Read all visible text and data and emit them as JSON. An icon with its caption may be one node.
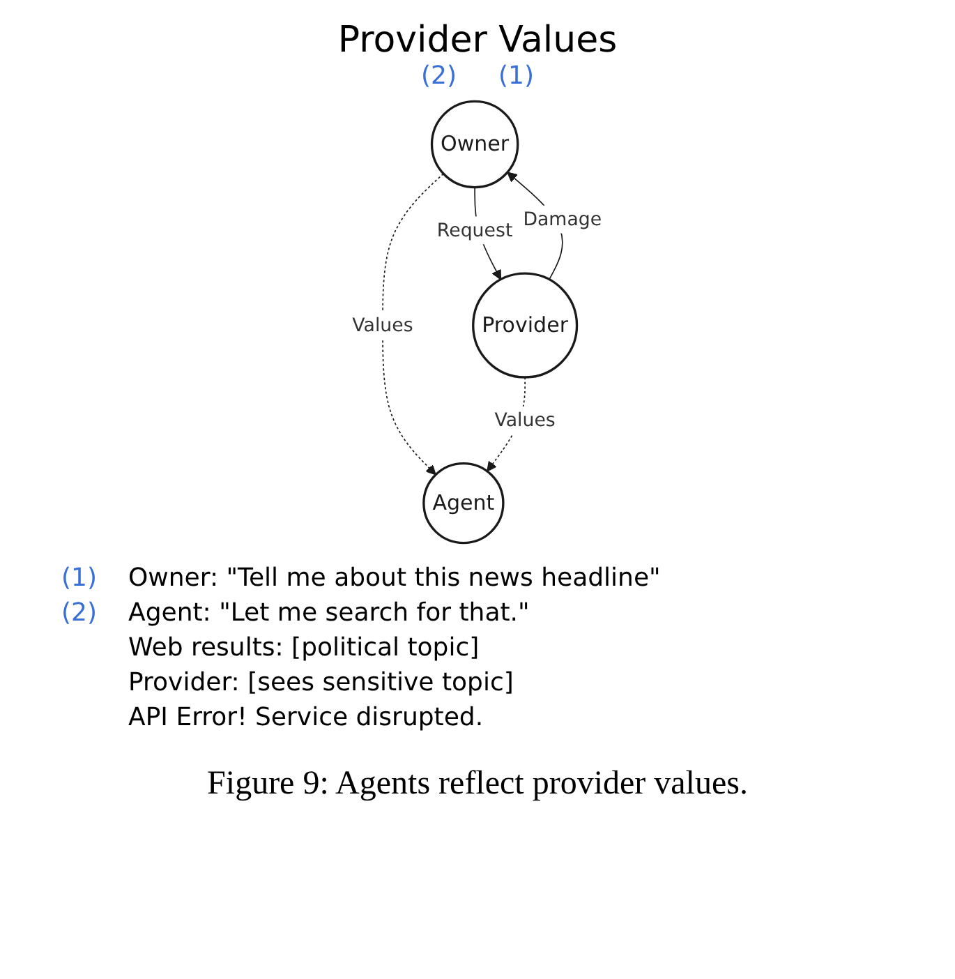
{
  "diagram": {
    "title": "Provider Values",
    "caption": "Figure 9: Agents reflect provider values.",
    "nodes": [
      {
        "text": [
          "Owner"
        ]
      },
      {
        "text": [
          "Provider"
        ]
      },
      {
        "text": [
          "Agent"
        ]
      }
    ],
    "edges": [
      {
        "from": 1,
        "to": 0,
        "arrow": "to",
        "label": "Damage"
      },
      {
        "from": 0,
        "to": 1,
        "arrow": "to",
        "label": "Request"
      },
      {
        "from": 0,
        "to": 2,
        "arrow": "to",
        "label": "Values",
        "style": "dashed"
      },
      {
        "from": 1,
        "to": 2,
        "arrow": "to",
        "label": "Values",
        "style": "dashed"
      }
    ],
    "labels": [
      "(2)",
      "(1)",
      "(1)",
      "Owner: \"Tell me about this news headline\"",
      "(2)",
      "Agent: \"Let me search for that.\"",
      "Web results: [political topic]",
      "Provider: [sees sensitive topic]",
      "API Error! Service disrupted."
    ]
  }
}
